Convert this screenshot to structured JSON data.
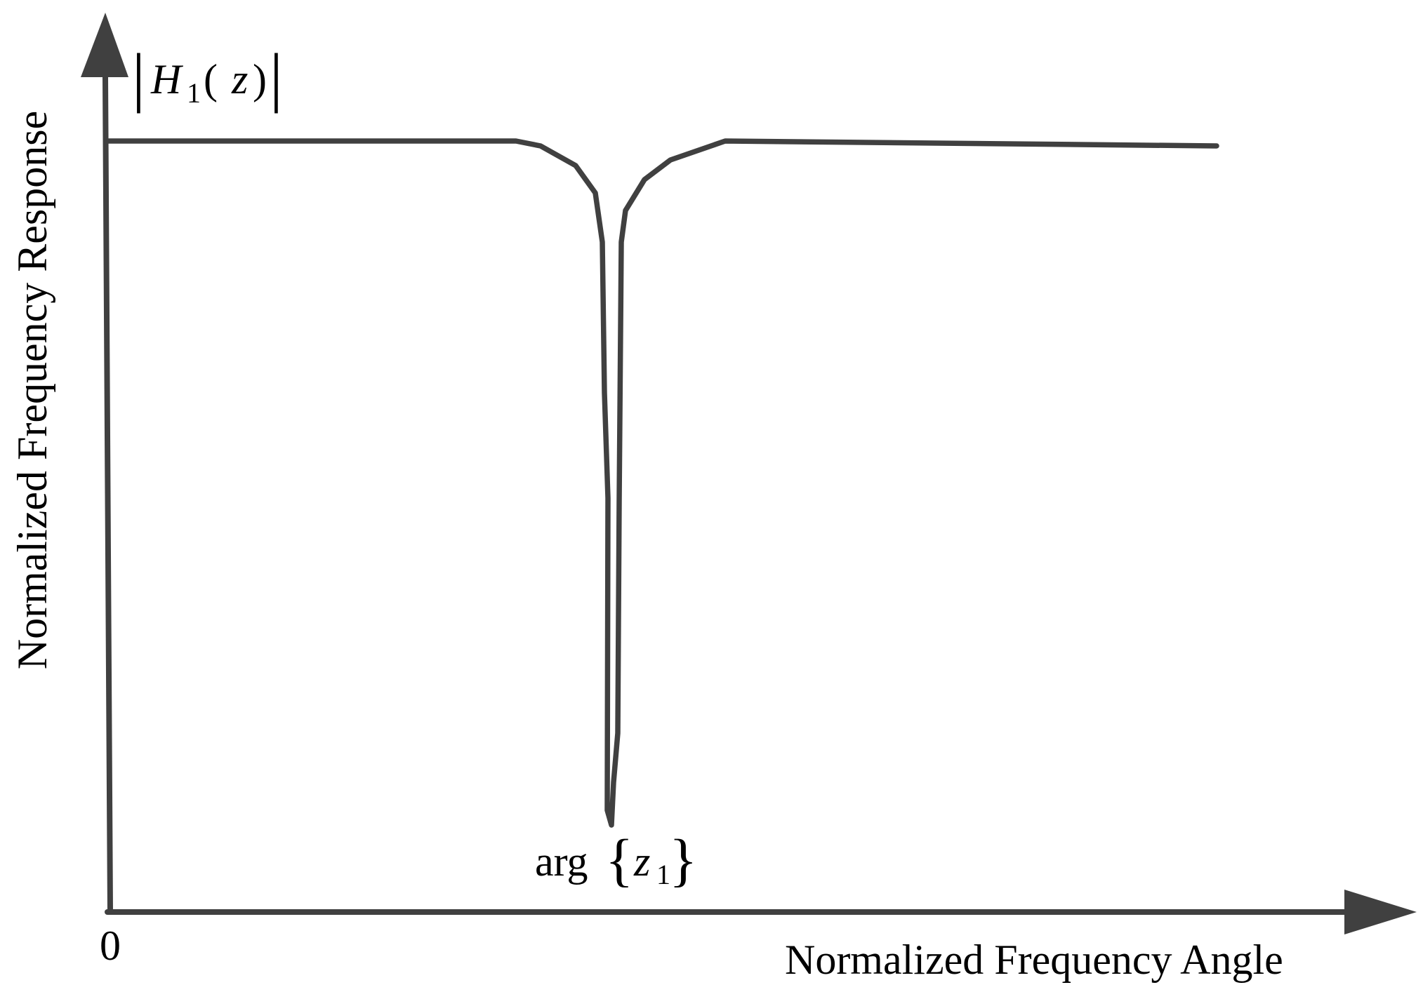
{
  "figure": {
    "y_axis_label": "Normalized Frequency Response",
    "x_axis_label": "Normalized Frequency Angle",
    "origin_label": "0",
    "response_label": {
      "bar_left": "|",
      "H": "H",
      "subscript": "1",
      "open_paren": "(",
      "z": "z",
      "close_paren": ")",
      "bar_right": "|"
    },
    "notch_label": {
      "arg": "arg",
      "open_brace": "{",
      "z": "z",
      "subscript": "1",
      "close_brace": "}"
    },
    "colors": {
      "curve": "#404040",
      "axes": "#404040",
      "text": "#000000"
    }
  }
}
